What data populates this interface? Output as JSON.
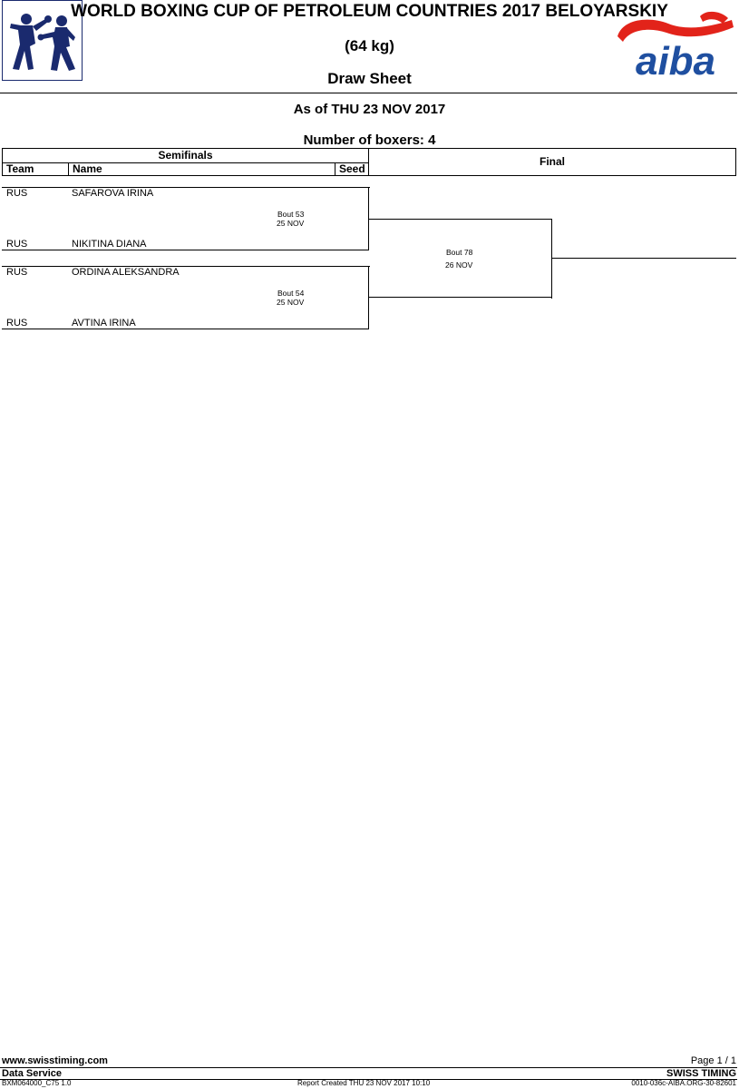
{
  "header": {
    "title": "WORLD BOXING CUP OF PETROLEUM COUNTRIES 2017 BELOYARSKIY",
    "weight_class": "(64 kg)",
    "document_type": "Draw Sheet",
    "as_of": "As of THU 23 NOV 2017",
    "number_of_boxers": "Number of boxers: 4",
    "logo_right_text": "aiba"
  },
  "table_headers": {
    "semifinals": "Semifinals",
    "final": "Final",
    "team": "Team",
    "name": "Name",
    "seed": "Seed"
  },
  "boxers": [
    {
      "team": "RUS",
      "name": "SAFAROVA IRINA"
    },
    {
      "team": "RUS",
      "name": "NIKITINA DIANA"
    },
    {
      "team": "RUS",
      "name": "ORDINA ALEKSANDRA"
    },
    {
      "team": "RUS",
      "name": "AVTINA IRINA"
    }
  ],
  "bouts": [
    {
      "label": "Bout  53",
      "date": "25 NOV"
    },
    {
      "label": "Bout  54",
      "date": "25 NOV"
    },
    {
      "label": "Bout  78",
      "date": "26 NOV"
    }
  ],
  "footer": {
    "website": "www.swisstiming.com",
    "page": "Page 1 / 1",
    "data_service": "Data Service",
    "swiss_timing": "SWISS TIMING",
    "doc_code": "BXM064000_C75 1.0",
    "report_created": "Report Created  THU 23 NOV 2017 10:10",
    "ref_code": "0010-036c-AIBA.ORG-30-82601"
  },
  "colors": {
    "logo_blue": "#1a2a6e",
    "aiba_blue": "#1f4fa0",
    "aiba_red": "#e2231a"
  }
}
